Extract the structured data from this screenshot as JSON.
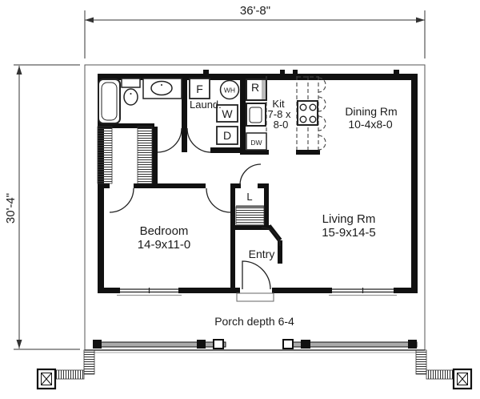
{
  "dimensions": {
    "overall_width": "36'-8\"",
    "overall_height": "30'-4\""
  },
  "rooms": {
    "bedroom": {
      "name": "Bedroom",
      "size": "14-9x11-0"
    },
    "living": {
      "name": "Living Rm",
      "size": "15-9x14-5"
    },
    "dining": {
      "name": "Dining Rm",
      "size": "10-4x8-0"
    },
    "kitchen": {
      "name": "Kit",
      "size1": "7-8 x",
      "size2": "8-0"
    },
    "laundry": {
      "name": "Laund."
    },
    "entry": {
      "name": "Entry"
    },
    "porch": {
      "name": "Porch depth 6-4"
    }
  },
  "fixtures": {
    "freezer": "F",
    "water_heater": "WH",
    "washer": "W",
    "dryer": "D",
    "refrigerator": "R",
    "dishwasher": "DW",
    "linen_closet": "L"
  },
  "colors": {
    "line": "#111111",
    "gray": "#9a9a9a",
    "background": "#ffffff"
  }
}
